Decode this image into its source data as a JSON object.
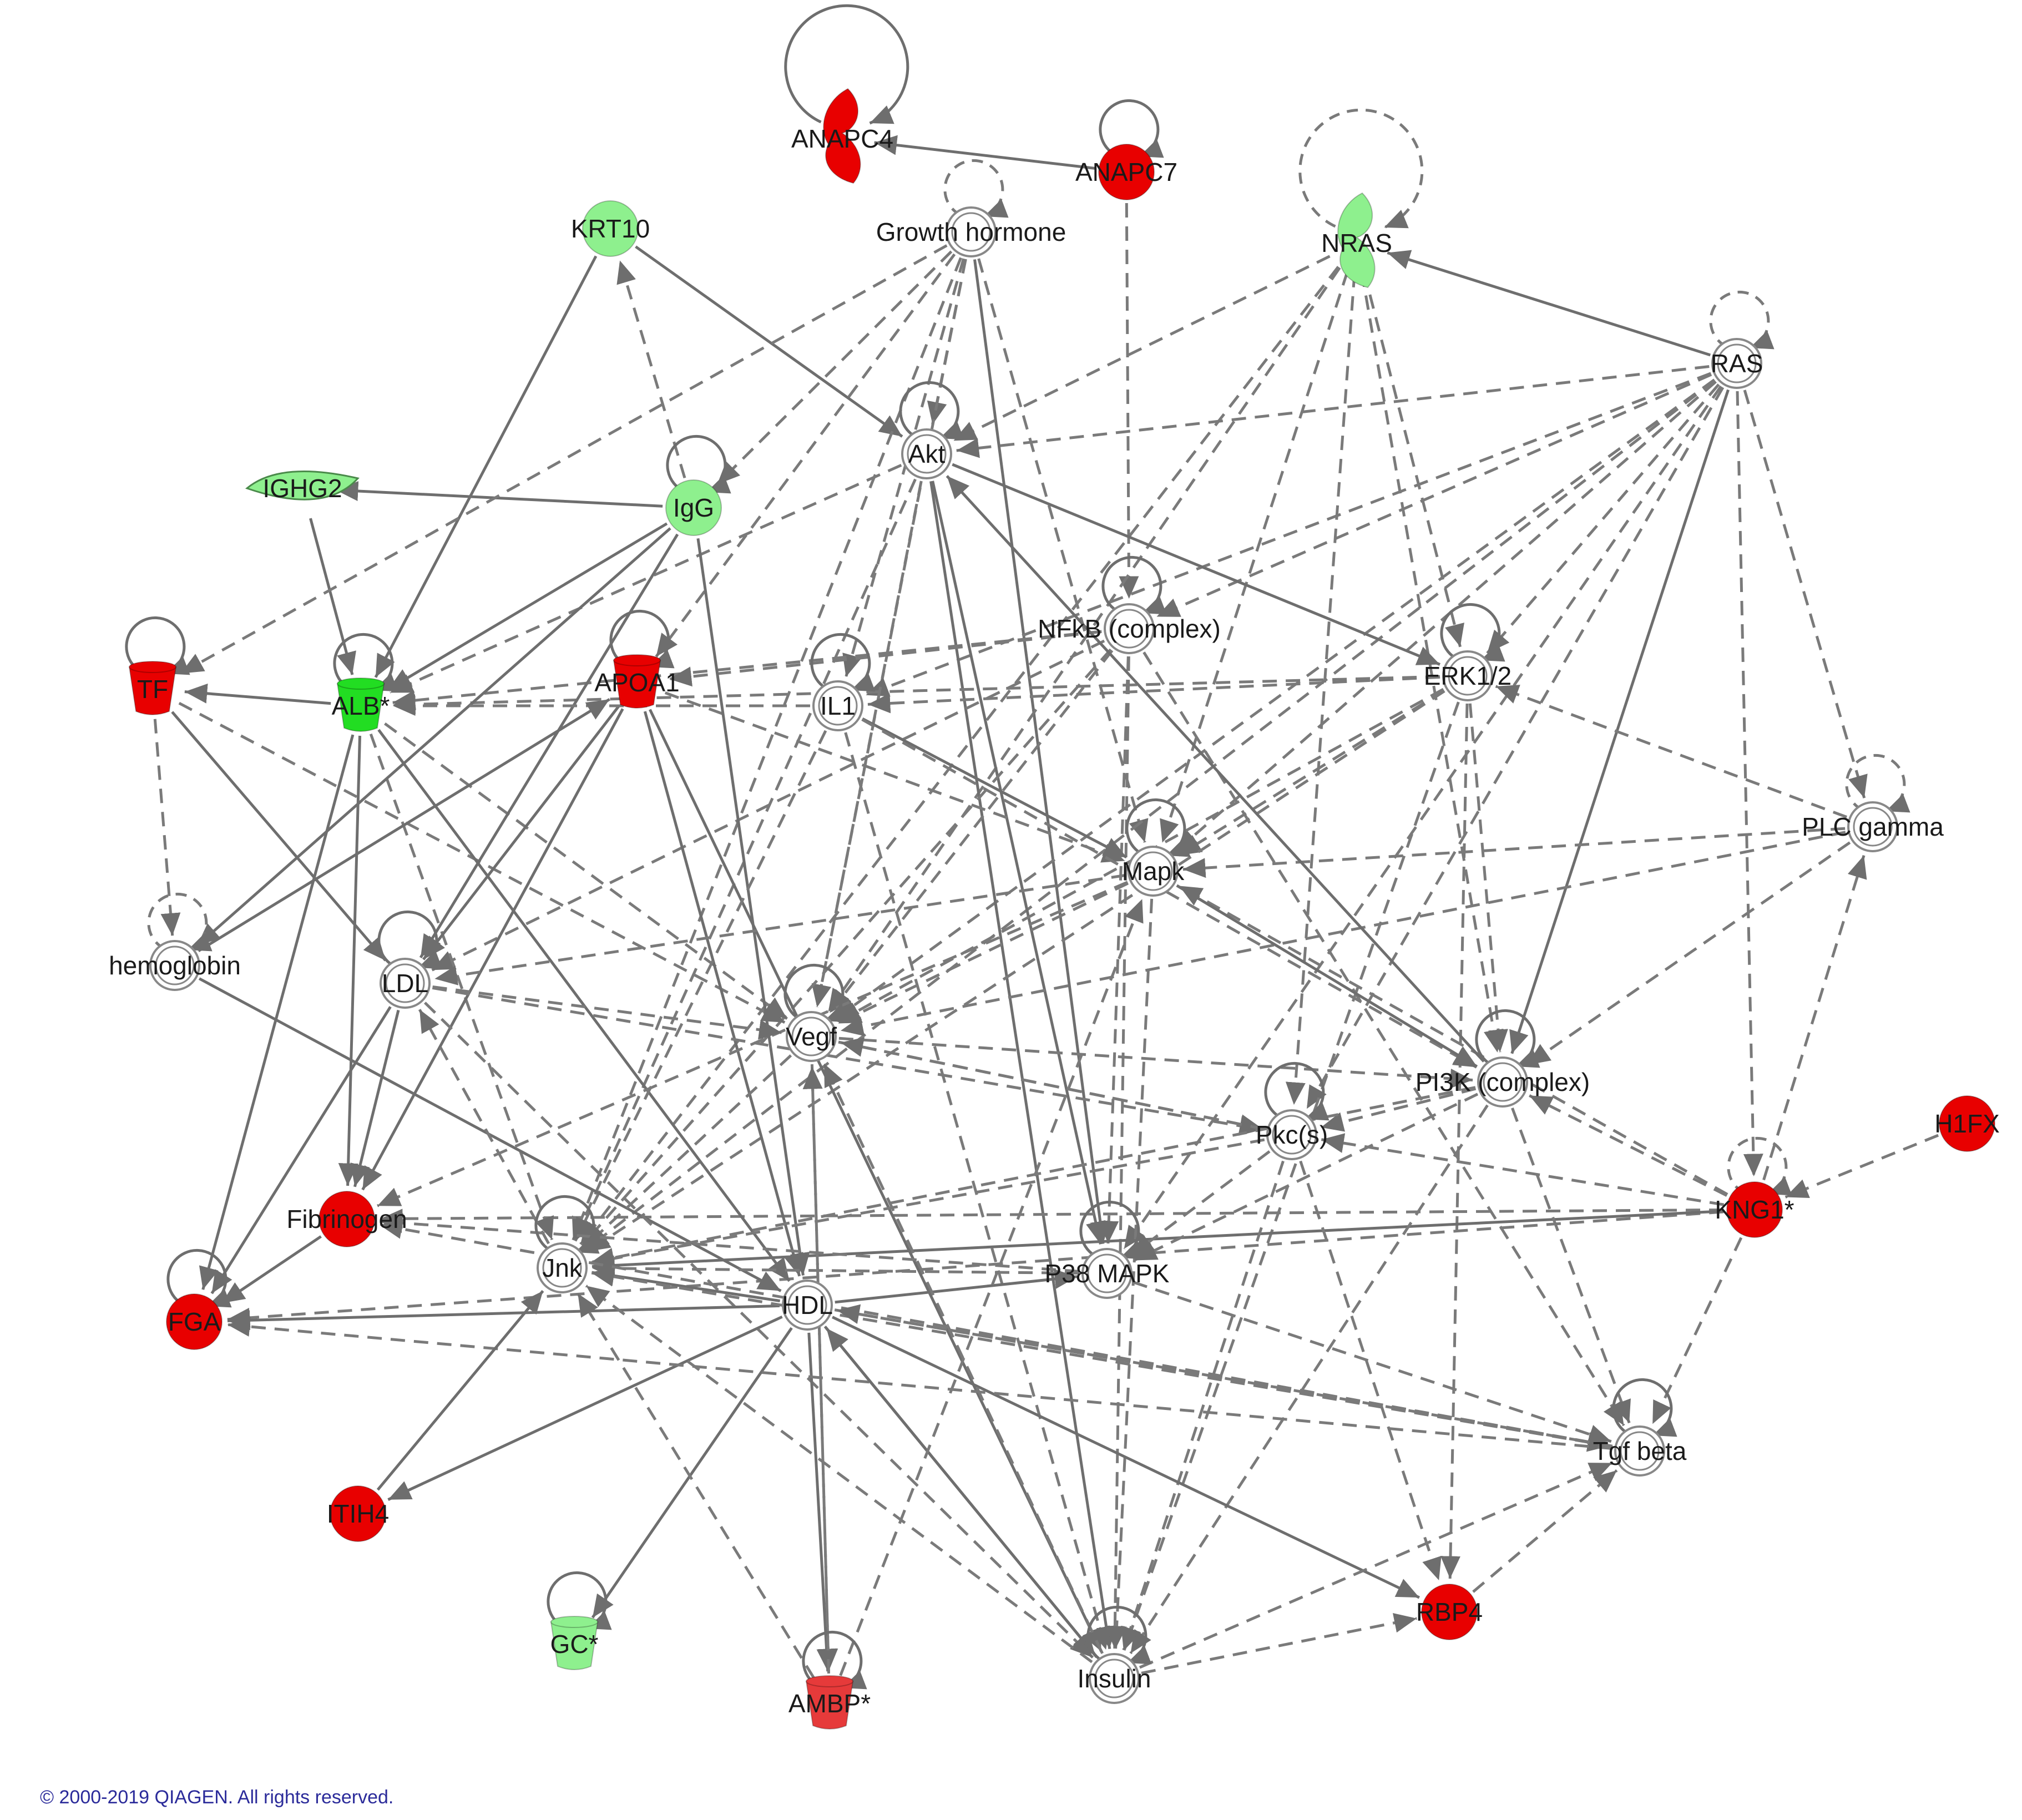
{
  "colors": {
    "up": "#e80000",
    "up_light": "#e63a3a",
    "down": "#8ef08e",
    "down_strong": "#22dd22",
    "neutral_fill": "#ffffff",
    "neutral_stroke": "#888888",
    "edge": "#6e6e6e",
    "copyright_text": "#2b2b9a"
  },
  "nodes": [
    {
      "id": "ANAPC4",
      "label": "ANAPC4",
      "shape": "enzyme",
      "color": "up"
    },
    {
      "id": "ANAPC7",
      "label": "ANAPC7",
      "shape": "circle",
      "color": "up"
    },
    {
      "id": "KRT10",
      "label": "KRT10",
      "shape": "circle",
      "color": "down"
    },
    {
      "id": "GH",
      "label": "Growth hormone",
      "shape": "complex",
      "color": "neutral"
    },
    {
      "id": "NRAS",
      "label": "NRAS",
      "shape": "enzyme",
      "color": "down"
    },
    {
      "id": "RAS",
      "label": "RAS",
      "shape": "complex",
      "color": "neutral"
    },
    {
      "id": "Akt",
      "label": "Akt",
      "shape": "complex",
      "color": "neutral"
    },
    {
      "id": "IGHG2",
      "label": "IGHG2",
      "shape": "leaf",
      "color": "down"
    },
    {
      "id": "IgG",
      "label": "IgG",
      "shape": "circle",
      "color": "down"
    },
    {
      "id": "NFkB",
      "label": "NFkB (complex)",
      "shape": "complex",
      "color": "neutral"
    },
    {
      "id": "ERK",
      "label": "ERK1/2",
      "shape": "complex",
      "color": "neutral"
    },
    {
      "id": "TF",
      "label": "TF",
      "shape": "cup",
      "color": "up"
    },
    {
      "id": "ALB",
      "label": "ALB*",
      "shape": "cup",
      "color": "down_strong"
    },
    {
      "id": "APOA1",
      "label": "APOA1",
      "shape": "cup",
      "color": "up"
    },
    {
      "id": "IL1",
      "label": "IL1",
      "shape": "complex",
      "color": "neutral"
    },
    {
      "id": "PLCg",
      "label": "PLC gamma",
      "shape": "complex",
      "color": "neutral"
    },
    {
      "id": "Mapk",
      "label": "Mapk",
      "shape": "complex",
      "color": "neutral"
    },
    {
      "id": "hemoglobin",
      "label": "hemoglobin",
      "shape": "complex",
      "color": "neutral"
    },
    {
      "id": "LDL",
      "label": "LDL",
      "shape": "complex",
      "color": "neutral"
    },
    {
      "id": "Vegf",
      "label": "Vegf",
      "shape": "complex",
      "color": "neutral"
    },
    {
      "id": "PI3K",
      "label": "PI3K (complex)",
      "shape": "complex",
      "color": "neutral"
    },
    {
      "id": "H1FX",
      "label": "H1FX",
      "shape": "circle",
      "color": "up"
    },
    {
      "id": "Pkc",
      "label": "Pkc(s)",
      "shape": "complex",
      "color": "neutral"
    },
    {
      "id": "Fibrinogen",
      "label": "Fibrinogen",
      "shape": "circle",
      "color": "up"
    },
    {
      "id": "KNG1",
      "label": "KNG1*",
      "shape": "circle",
      "color": "up"
    },
    {
      "id": "Jnk",
      "label": "Jnk",
      "shape": "complex",
      "color": "neutral"
    },
    {
      "id": "P38",
      "label": "P38 MAPK",
      "shape": "complex",
      "color": "neutral"
    },
    {
      "id": "HDL",
      "label": "HDL",
      "shape": "complex",
      "color": "neutral"
    },
    {
      "id": "FGA",
      "label": "FGA",
      "shape": "circle",
      "color": "up"
    },
    {
      "id": "Tgfb",
      "label": "Tgf beta",
      "shape": "complex",
      "color": "neutral"
    },
    {
      "id": "ITIH4",
      "label": "ITIH4",
      "shape": "circle",
      "color": "up"
    },
    {
      "id": "RBP4",
      "label": "RBP4",
      "shape": "circle",
      "color": "up"
    },
    {
      "id": "GC",
      "label": "GC*",
      "shape": "cup",
      "color": "down"
    },
    {
      "id": "Insulin",
      "label": "Insulin",
      "shape": "complex",
      "color": "neutral"
    },
    {
      "id": "AMBP",
      "label": "AMBP*",
      "shape": "cup",
      "color": "up_light"
    }
  ],
  "edges": [
    {
      "from": "ANAPC7",
      "to": "ANAPC4",
      "dashed": false
    },
    {
      "from": "ANAPC7",
      "to": "NFkB",
      "dashed": true
    },
    {
      "from": "KRT10",
      "to": "Akt",
      "dashed": false
    },
    {
      "from": "KRT10",
      "to": "ALB",
      "dashed": false
    },
    {
      "from": "IgG",
      "to": "KRT10",
      "dashed": true
    },
    {
      "from": "IgG",
      "to": "IGHG2",
      "dashed": false
    },
    {
      "from": "IGHG2",
      "to": "ALB",
      "dashed": false
    },
    {
      "from": "GH",
      "to": "Akt",
      "dashed": true
    },
    {
      "from": "GH",
      "to": "IgG",
      "dashed": true
    },
    {
      "from": "GH",
      "to": "TF",
      "dashed": true
    },
    {
      "from": "GH",
      "to": "APOA1",
      "dashed": true
    },
    {
      "from": "GH",
      "to": "IL1",
      "dashed": true
    },
    {
      "from": "GH",
      "to": "Mapk",
      "dashed": true
    },
    {
      "from": "GH",
      "to": "Vegf",
      "dashed": true
    },
    {
      "from": "GH",
      "to": "Jnk",
      "dashed": true
    },
    {
      "from": "GH",
      "to": "P38",
      "dashed": false
    },
    {
      "from": "NRAS",
      "to": "Akt",
      "dashed": true
    },
    {
      "from": "NRAS",
      "to": "ERK",
      "dashed": true
    },
    {
      "from": "NRAS",
      "to": "Mapk",
      "dashed": true
    },
    {
      "from": "NRAS",
      "to": "Vegf",
      "dashed": true
    },
    {
      "from": "NRAS",
      "to": "Pkc",
      "dashed": true
    },
    {
      "from": "NRAS",
      "to": "PI3K",
      "dashed": true
    },
    {
      "from": "NRAS",
      "to": "Jnk",
      "dashed": true
    },
    {
      "from": "RAS",
      "to": "NRAS",
      "dashed": false
    },
    {
      "from": "RAS",
      "to": "Akt",
      "dashed": true
    },
    {
      "from": "RAS",
      "to": "NFkB",
      "dashed": true
    },
    {
      "from": "RAS",
      "to": "ERK",
      "dashed": true
    },
    {
      "from": "RAS",
      "to": "Mapk",
      "dashed": true
    },
    {
      "from": "RAS",
      "to": "Vegf",
      "dashed": true
    },
    {
      "from": "RAS",
      "to": "PI3K",
      "dashed": false
    },
    {
      "from": "RAS",
      "to": "Pkc",
      "dashed": true
    },
    {
      "from": "RAS",
      "to": "PLCg",
      "dashed": true
    },
    {
      "from": "RAS",
      "to": "KNG1",
      "dashed": true
    },
    {
      "from": "RAS",
      "to": "Jnk",
      "dashed": true
    },
    {
      "from": "RAS",
      "to": "P38",
      "dashed": true
    },
    {
      "from": "RAS",
      "to": "IL1",
      "dashed": true
    },
    {
      "from": "Akt",
      "to": "ERK",
      "dashed": false
    },
    {
      "from": "Akt",
      "to": "ALB",
      "dashed": true
    },
    {
      "from": "Akt",
      "to": "Vegf",
      "dashed": true
    },
    {
      "from": "Akt",
      "to": "P38",
      "dashed": false
    },
    {
      "from": "Akt",
      "to": "Insulin",
      "dashed": false
    },
    {
      "from": "Akt",
      "to": "Jnk",
      "dashed": true
    },
    {
      "from": "NFkB",
      "to": "ALB",
      "dashed": true
    },
    {
      "from": "NFkB",
      "to": "APOA1",
      "dashed": true
    },
    {
      "from": "NFkB",
      "to": "Vegf",
      "dashed": true
    },
    {
      "from": "NFkB",
      "to": "P38",
      "dashed": true
    },
    {
      "from": "NFkB",
      "to": "Insulin",
      "dashed": true
    },
    {
      "from": "NFkB",
      "to": "Tgfb",
      "dashed": true
    },
    {
      "from": "NFkB",
      "to": "Jnk",
      "dashed": true
    },
    {
      "from": "NFkB",
      "to": "LDL",
      "dashed": true
    },
    {
      "from": "ERK",
      "to": "ALB",
      "dashed": true
    },
    {
      "from": "ERK",
      "to": "IL1",
      "dashed": true
    },
    {
      "from": "ERK",
      "to": "Mapk",
      "dashed": true
    },
    {
      "from": "ERK",
      "to": "Vegf",
      "dashed": true
    },
    {
      "from": "ERK",
      "to": "PI3K",
      "dashed": true
    },
    {
      "from": "ERK",
      "to": "Insulin",
      "dashed": true
    },
    {
      "from": "ERK",
      "to": "Jnk",
      "dashed": true
    },
    {
      "from": "ERK",
      "to": "RBP4",
      "dashed": true
    },
    {
      "from": "PLCg",
      "to": "Mapk",
      "dashed": true
    },
    {
      "from": "PLCg",
      "to": "PI3K",
      "dashed": true
    },
    {
      "from": "PLCg",
      "to": "Vegf",
      "dashed": true
    },
    {
      "from": "PLCg",
      "to": "ERK",
      "dashed": true
    },
    {
      "from": "KNG1",
      "to": "PLCg",
      "dashed": true
    },
    {
      "from": "KNG1",
      "to": "PI3K",
      "dashed": true
    },
    {
      "from": "KNG1",
      "to": "Pkc",
      "dashed": true
    },
    {
      "from": "KNG1",
      "to": "Mapk",
      "dashed": true
    },
    {
      "from": "KNG1",
      "to": "FGA",
      "dashed": true
    },
    {
      "from": "KNG1",
      "to": "Tgfb",
      "dashed": true
    },
    {
      "from": "KNG1",
      "to": "Fibrinogen",
      "dashed": true
    },
    {
      "from": "KNG1",
      "to": "Jnk",
      "dashed": false
    },
    {
      "from": "H1FX",
      "to": "KNG1",
      "dashed": true
    },
    {
      "from": "TF",
      "to": "hemoglobin",
      "dashed": true
    },
    {
      "from": "TF",
      "to": "LDL",
      "dashed": false
    },
    {
      "from": "TF",
      "to": "Vegf",
      "dashed": true
    },
    {
      "from": "ALB",
      "to": "FGA",
      "dashed": false
    },
    {
      "from": "ALB",
      "to": "Fibrinogen",
      "dashed": false
    },
    {
      "from": "ALB",
      "to": "HDL",
      "dashed": false
    },
    {
      "from": "ALB",
      "to": "TF",
      "dashed": false
    },
    {
      "from": "ALB",
      "to": "Jnk",
      "dashed": true
    },
    {
      "from": "ALB",
      "to": "Vegf",
      "dashed": true
    },
    {
      "from": "APOA1",
      "to": "LDL",
      "dashed": false
    },
    {
      "from": "APOA1",
      "to": "HDL",
      "dashed": false
    },
    {
      "from": "APOA1",
      "to": "Fibrinogen",
      "dashed": false
    },
    {
      "from": "APOA1",
      "to": "Mapk",
      "dashed": true
    },
    {
      "from": "APOA1",
      "to": "Insulin",
      "dashed": false
    },
    {
      "from": "IgG",
      "to": "ALB",
      "dashed": false
    },
    {
      "from": "IgG",
      "to": "LDL",
      "dashed": false
    },
    {
      "from": "IgG",
      "to": "hemoglobin",
      "dashed": false
    },
    {
      "from": "IgG",
      "to": "HDL",
      "dashed": false
    },
    {
      "from": "IL1",
      "to": "ALB",
      "dashed": true
    },
    {
      "from": "IL1",
      "to": "Mapk",
      "dashed": false
    },
    {
      "from": "IL1",
      "to": "Jnk",
      "dashed": true
    },
    {
      "from": "IL1",
      "to": "PI3K",
      "dashed": true
    },
    {
      "from": "IL1",
      "to": "Insulin",
      "dashed": true
    },
    {
      "from": "Mapk",
      "to": "LDL",
      "dashed": true
    },
    {
      "from": "Mapk",
      "to": "Vegf",
      "dashed": true
    },
    {
      "from": "Mapk",
      "to": "PI3K",
      "dashed": false
    },
    {
      "from": "Mapk",
      "to": "Fibrinogen",
      "dashed": true
    },
    {
      "from": "Mapk",
      "to": "Insulin",
      "dashed": true
    },
    {
      "from": "hemoglobin",
      "to": "HDL",
      "dashed": false
    },
    {
      "from": "hemoglobin",
      "to": "APOA1",
      "dashed": false
    },
    {
      "from": "LDL",
      "to": "Vegf",
      "dashed": true
    },
    {
      "from": "LDL",
      "to": "FGA",
      "dashed": false
    },
    {
      "from": "LDL",
      "to": "Fibrinogen",
      "dashed": false
    },
    {
      "from": "LDL",
      "to": "Insulin",
      "dashed": true
    },
    {
      "from": "LDL",
      "to": "Pkc",
      "dashed": true
    },
    {
      "from": "Vegf",
      "to": "PI3K",
      "dashed": true
    },
    {
      "from": "Vegf",
      "to": "Jnk",
      "dashed": true
    },
    {
      "from": "Vegf",
      "to": "AMBP",
      "dashed": true
    },
    {
      "from": "Vegf",
      "to": "Pkc",
      "dashed": true
    },
    {
      "from": "PI3K",
      "to": "Akt",
      "dashed": false
    },
    {
      "from": "PI3K",
      "to": "Pkc",
      "dashed": true
    },
    {
      "from": "PI3K",
      "to": "P38",
      "dashed": true
    },
    {
      "from": "PI3K",
      "to": "Jnk",
      "dashed": true
    },
    {
      "from": "PI3K",
      "to": "Insulin",
      "dashed": true
    },
    {
      "from": "PI3K",
      "to": "Tgfb",
      "dashed": true
    },
    {
      "from": "Pkc",
      "to": "Jnk",
      "dashed": true
    },
    {
      "from": "Pkc",
      "to": "Vegf",
      "dashed": true
    },
    {
      "from": "Pkc",
      "to": "P38",
      "dashed": true
    },
    {
      "from": "Pkc",
      "to": "RBP4",
      "dashed": true
    },
    {
      "from": "Pkc",
      "to": "Insulin",
      "dashed": true
    },
    {
      "from": "P38",
      "to": "Jnk",
      "dashed": true
    },
    {
      "from": "P38",
      "to": "Fibrinogen",
      "dashed": true
    },
    {
      "from": "P38",
      "to": "Tgfb",
      "dashed": true
    },
    {
      "from": "HDL",
      "to": "FGA",
      "dashed": false
    },
    {
      "from": "HDL",
      "to": "P38",
      "dashed": false
    },
    {
      "from": "HDL",
      "to": "ITIH4",
      "dashed": false
    },
    {
      "from": "HDL",
      "to": "GC",
      "dashed": false
    },
    {
      "from": "HDL",
      "to": "AMBP",
      "dashed": false
    },
    {
      "from": "HDL",
      "to": "RBP4",
      "dashed": false
    },
    {
      "from": "HDL",
      "to": "Jnk",
      "dashed": false
    },
    {
      "from": "HDL",
      "to": "Insulin",
      "dashed": false
    },
    {
      "from": "HDL",
      "to": "Tgfb",
      "dashed": true
    },
    {
      "from": "Tgfb",
      "to": "FGA",
      "dashed": true
    },
    {
      "from": "Tgfb",
      "to": "Jnk",
      "dashed": true
    },
    {
      "from": "Tgfb",
      "to": "Fibrinogen",
      "dashed": true
    },
    {
      "from": "Tgfb",
      "to": "HDL",
      "dashed": true
    },
    {
      "from": "Insulin",
      "to": "Tgfb",
      "dashed": true
    },
    {
      "from": "Insulin",
      "to": "RBP4",
      "dashed": true
    },
    {
      "from": "Insulin",
      "to": "Jnk",
      "dashed": true
    },
    {
      "from": "Insulin",
      "to": "Vegf",
      "dashed": true
    },
    {
      "from": "Insulin",
      "to": "HDL",
      "dashed": false
    },
    {
      "from": "AMBP",
      "to": "Vegf",
      "dashed": true
    },
    {
      "from": "AMBP",
      "to": "Mapk",
      "dashed": true
    },
    {
      "from": "AMBP",
      "to": "Jnk",
      "dashed": true
    },
    {
      "from": "RBP4",
      "to": "Tgfb",
      "dashed": true
    },
    {
      "from": "Fibrinogen",
      "to": "FGA",
      "dashed": false
    },
    {
      "from": "Jnk",
      "to": "LDL",
      "dashed": true
    },
    {
      "from": "ITIH4",
      "to": "Jnk",
      "dashed": false
    }
  ],
  "self_loops": [
    {
      "node": "ANAPC4",
      "dashed": false
    },
    {
      "node": "ANAPC7",
      "dashed": false
    },
    {
      "node": "GH",
      "dashed": true
    },
    {
      "node": "NRAS",
      "dashed": true
    },
    {
      "node": "RAS",
      "dashed": true
    },
    {
      "node": "Akt",
      "dashed": false
    },
    {
      "node": "IgG",
      "dashed": false
    },
    {
      "node": "NFkB",
      "dashed": false
    },
    {
      "node": "ERK",
      "dashed": false
    },
    {
      "node": "TF",
      "dashed": false
    },
    {
      "node": "ALB",
      "dashed": false
    },
    {
      "node": "APOA1",
      "dashed": false
    },
    {
      "node": "IL1",
      "dashed": false
    },
    {
      "node": "PLCg",
      "dashed": true
    },
    {
      "node": "Mapk",
      "dashed": false
    },
    {
      "node": "hemoglobin",
      "dashed": true
    },
    {
      "node": "LDL",
      "dashed": false
    },
    {
      "node": "Vegf",
      "dashed": false
    },
    {
      "node": "PI3K",
      "dashed": false
    },
    {
      "node": "Pkc",
      "dashed": false
    },
    {
      "node": "KNG1",
      "dashed": true
    },
    {
      "node": "Jnk",
      "dashed": false
    },
    {
      "node": "P38",
      "dashed": false
    },
    {
      "node": "FGA",
      "dashed": false
    },
    {
      "node": "Tgfb",
      "dashed": false
    },
    {
      "node": "GC",
      "dashed": false
    },
    {
      "node": "Insulin",
      "dashed": false
    },
    {
      "node": "AMBP",
      "dashed": false
    }
  ],
  "copyright": "© 2000-2019 QIAGEN. All rights reserved."
}
